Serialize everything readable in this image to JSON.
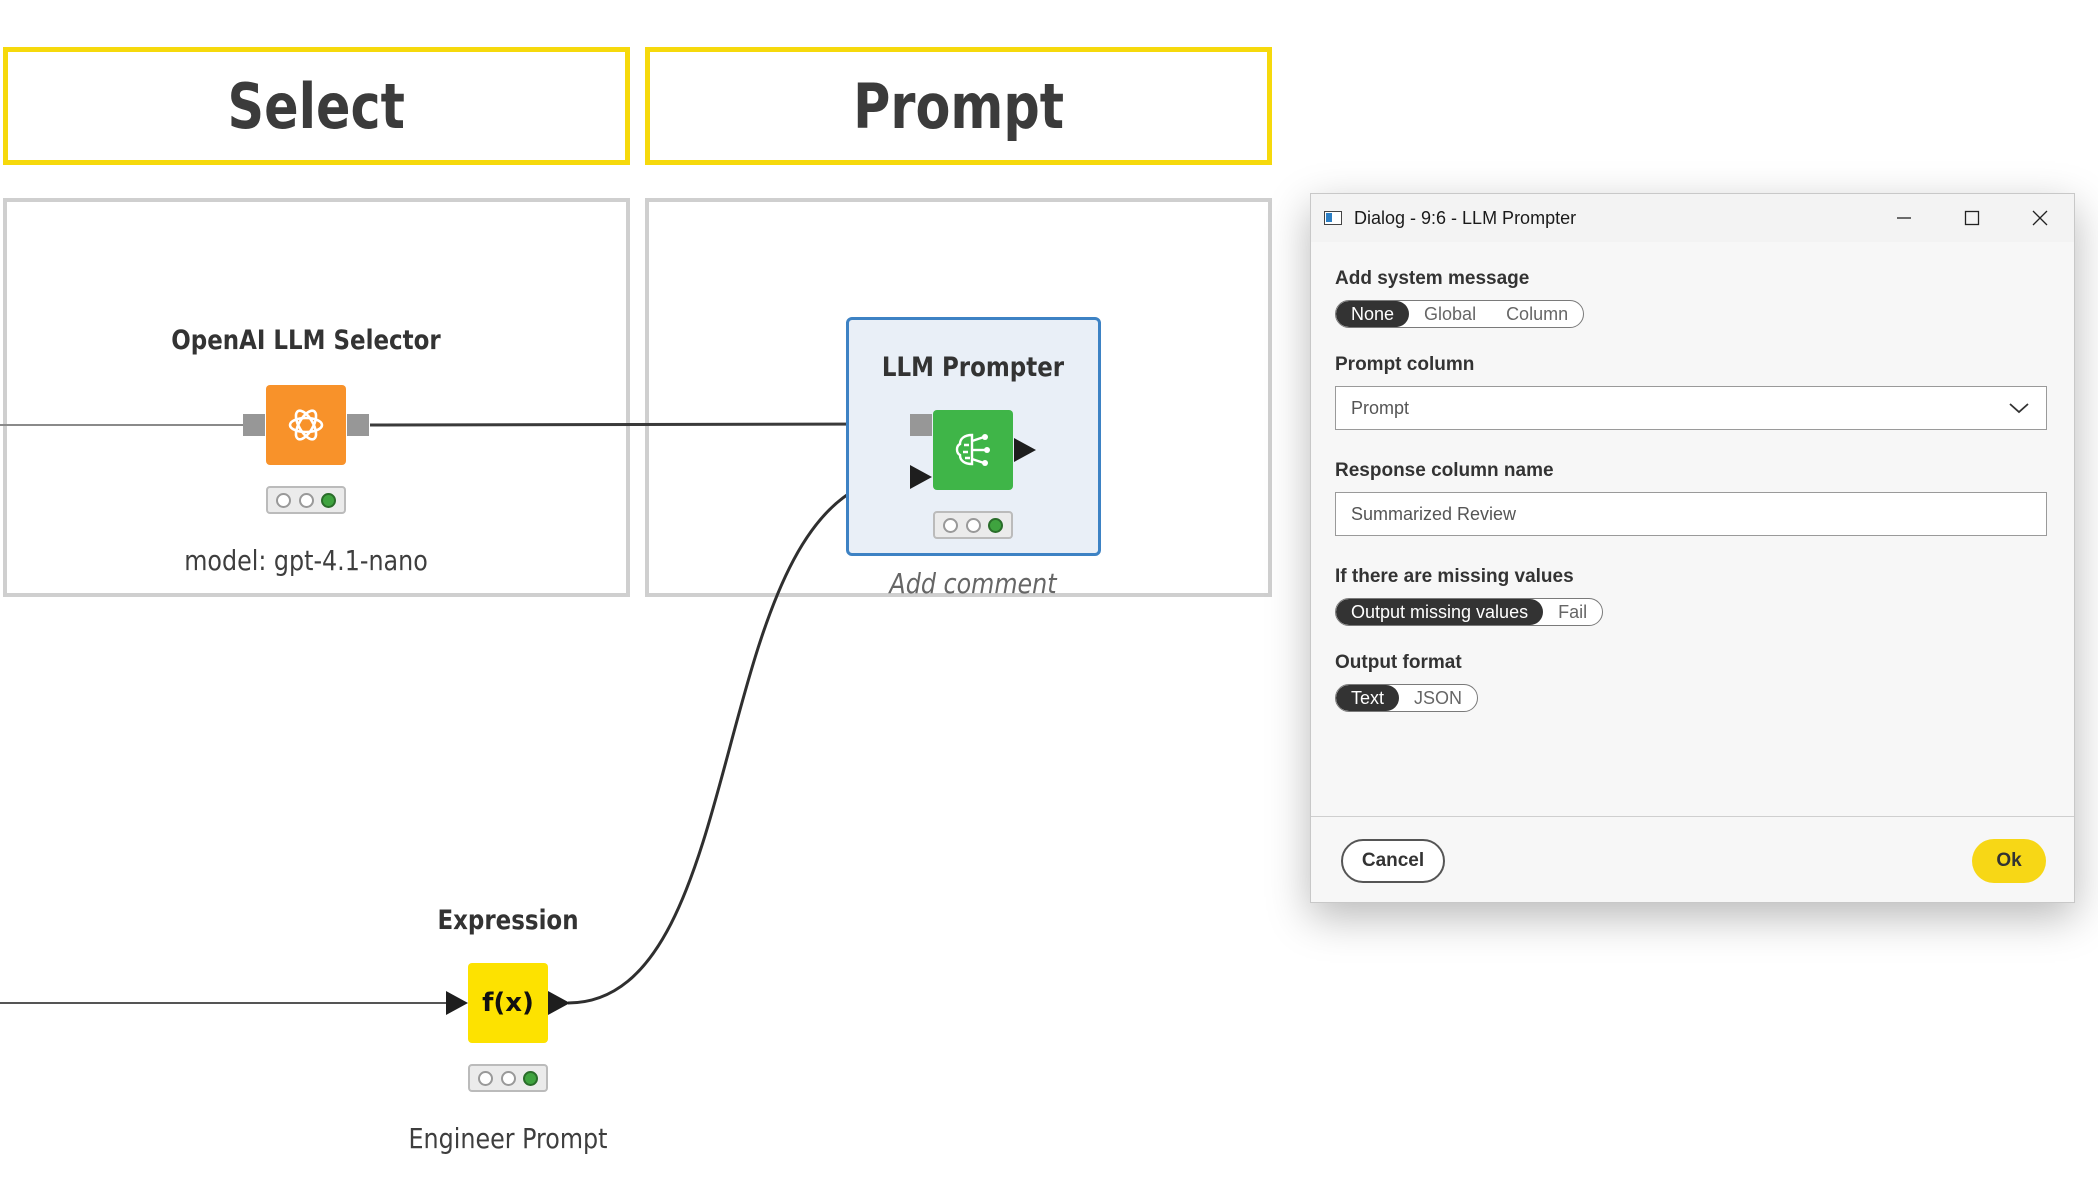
{
  "workflow": {
    "headers": {
      "select": "Select",
      "prompt": "Prompt"
    },
    "nodes": {
      "openai_selector": {
        "label": "OpenAI LLM Selector",
        "caption": "model: gpt-4.1-nano",
        "color": "#f8922a",
        "icon": "openai-icon"
      },
      "llm_prompter": {
        "label": "LLM Prompter",
        "caption": "Add comment",
        "color": "#3fb548",
        "icon": "brain-network-icon"
      },
      "expression": {
        "label": "Expression",
        "caption": "Engineer Prompt",
        "color": "#fde200",
        "icon": "function-icon"
      }
    },
    "colors": {
      "header_border": "#f6d90c",
      "selection_border": "#3d82c4",
      "selection_fill": "#e9eff7"
    }
  },
  "dialog": {
    "title": "Dialog - 9:6 - LLM Prompter",
    "system_message": {
      "label": "Add system message",
      "options": [
        "None",
        "Global",
        "Column"
      ],
      "selected": "None"
    },
    "prompt_column": {
      "label": "Prompt column",
      "value": "Prompt"
    },
    "response_column": {
      "label": "Response column name",
      "value": "Summarized Review"
    },
    "missing_values": {
      "label": "If there are missing values",
      "options": [
        "Output missing values",
        "Fail"
      ],
      "selected": "Output missing values"
    },
    "output_format": {
      "label": "Output format",
      "options": [
        "Text",
        "JSON"
      ],
      "selected": "Text"
    },
    "buttons": {
      "cancel": "Cancel",
      "ok": "Ok"
    },
    "colors": {
      "ok_button": "#f7d716"
    }
  }
}
